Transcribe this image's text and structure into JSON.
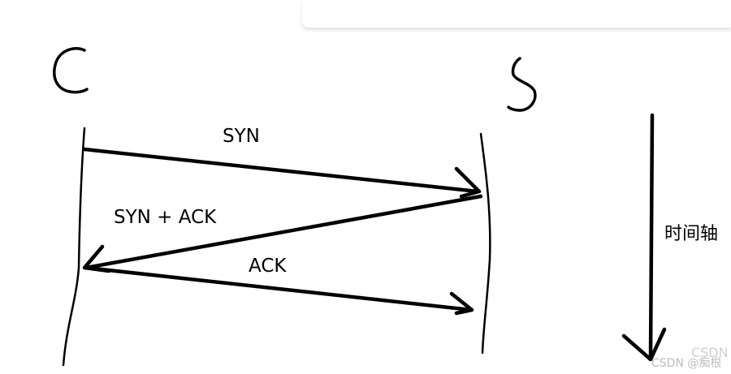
{
  "diagram": {
    "client_label": "C",
    "server_label": "S",
    "messages": [
      {
        "label": "SYN"
      },
      {
        "label": "SYN + ACK"
      },
      {
        "label": "ACK"
      }
    ],
    "time_axis_label": "时间轴"
  },
  "watermark": {
    "text": "CSDN @痴根",
    "partial": "CSDN"
  },
  "colors": {
    "ink": "#000000",
    "watermark": "#bdbdbd"
  }
}
